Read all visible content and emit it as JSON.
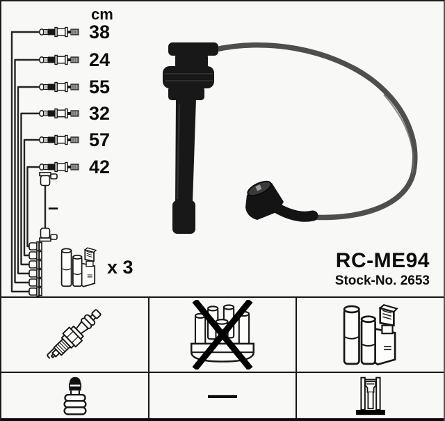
{
  "unit_header": "cm",
  "cable_lengths": [
    {
      "value": "38"
    },
    {
      "value": "24"
    },
    {
      "value": "55"
    },
    {
      "value": "32"
    },
    {
      "value": "57"
    },
    {
      "value": "42"
    }
  ],
  "unlabeled_cable_mark": "–",
  "quantity_note": "x 3",
  "product": {
    "code": "RC-ME94",
    "stock_line": "Stock-No. 2653"
  },
  "legend": {
    "row1": [
      {
        "icon": "spark-plug"
      },
      {
        "icon": "distributor-cap-crossed-out"
      },
      {
        "icon": "ignition-coil-pack"
      }
    ],
    "row2": [
      {
        "icon": "plug-terminal-nut"
      },
      {
        "icon": "dash",
        "mark": "—"
      },
      {
        "icon": "straight-terminal"
      }
    ]
  },
  "colors": {
    "background": "#f8f8f6",
    "line_art": "#161616",
    "photo_boot": "#181818",
    "photo_cable": "#4e4e4e",
    "text": "#0d0d0d"
  }
}
